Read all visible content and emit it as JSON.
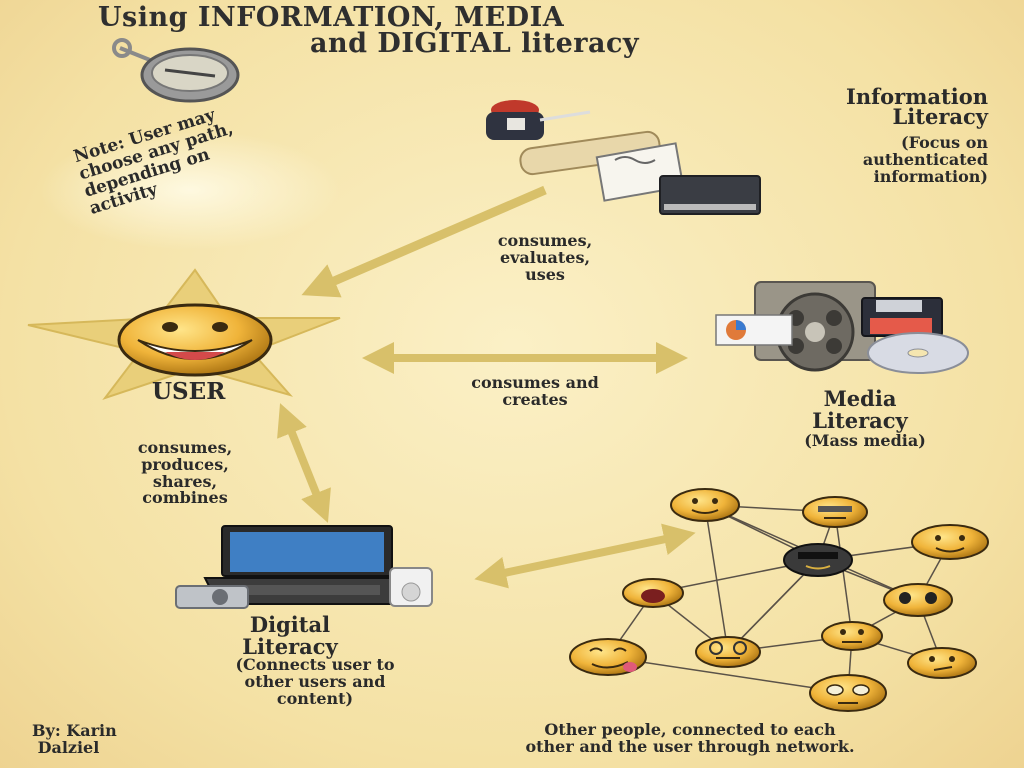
{
  "title_line1": "Using INFORMATION, MEDIA",
  "title_line2": "and DIGITAL literacy",
  "information": {
    "heading_line1": "Information",
    "heading_line2": "Literacy",
    "subtitle": "(Focus on\nauthenticated\ninformation)"
  },
  "note": "Note: User may\nchoose any path,\ndepending on\nactivity",
  "labels": {
    "info_arrow": "consumes,\nevaluates,\nuses",
    "media_arrow": "consumes and\ncreates",
    "digital_arrow": "consumes,\nproduces,\nshares,\ncombines"
  },
  "user_label": "USER",
  "media": {
    "heading_line1": "Media",
    "heading_line2": "Literacy",
    "subtitle": "(Mass media)"
  },
  "digital": {
    "heading_line1": "Digital",
    "heading_line2": "Literacy",
    "subtitle": "(Connects user to\nother users and\ncontent)"
  },
  "author": "By: Karin\n Dalziel",
  "network_caption": "Other people, connected to each\nother and the user through network.",
  "colors": {
    "background": "#f5e6b0",
    "arrow": "#d8c06a",
    "star": "#e9cf7a",
    "smiley": "#f0b43a",
    "text": "#2a2a2a"
  },
  "icons": [
    "compass-icon",
    "inkwell-icon",
    "scroll-icon",
    "notebook-icon",
    "book-icon",
    "film-reel-icon",
    "floppy-disk-icon",
    "cd-icon",
    "laptop-icon",
    "camera-icon",
    "ipod-icon",
    "smiley-icon"
  ]
}
